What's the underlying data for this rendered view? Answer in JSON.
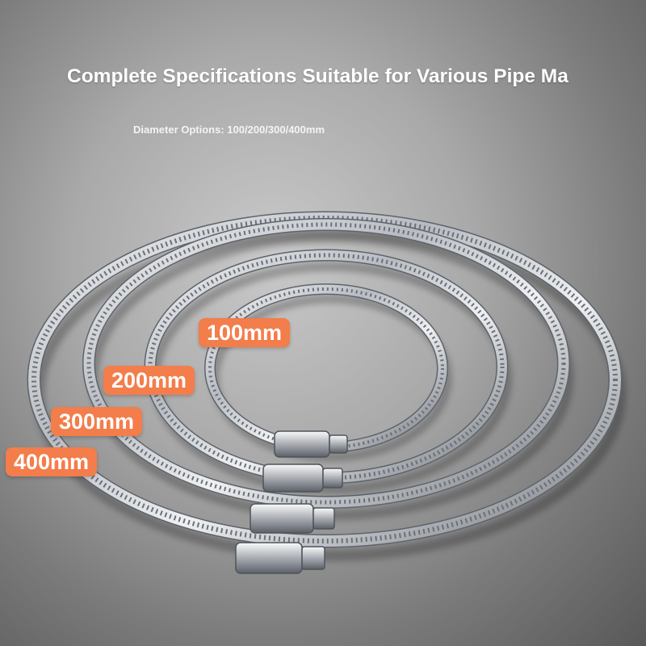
{
  "headline": "Complete Specifications Suitable for Various Pipe Ma",
  "subline": "Diameter Options: 100/200/300/400mm",
  "clamps": [
    {
      "label": "100mm"
    },
    {
      "label": "200mm"
    },
    {
      "label": "300mm"
    },
    {
      "label": "400mm"
    }
  ],
  "colors": {
    "tag_fill": "#f37d4b",
    "tag_text": "#ffffff",
    "steel_light": "#e9ebee",
    "steel_dark": "#5e636b"
  },
  "icons": [
    "hose-clamp-icon"
  ]
}
